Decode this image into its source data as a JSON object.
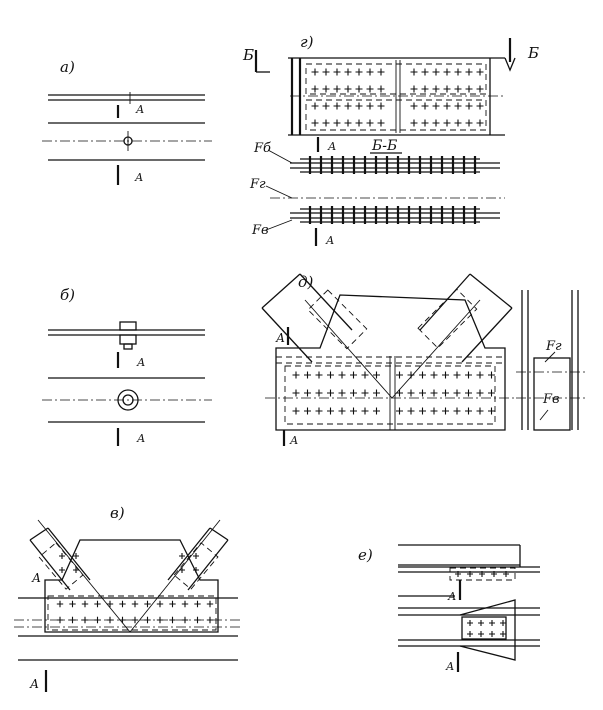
{
  "labels": {
    "a": "а)",
    "b": "б)",
    "v": "в)",
    "g": "г)",
    "d": "д)",
    "e": "е)",
    "section_b_left": "Б",
    "section_b_right": "Б",
    "section_bb": "Б-Б",
    "force_fb_top": "Fб",
    "force_fg_mid": "Fг",
    "force_fv_bot": "Fв",
    "force_fg_side": "Fг",
    "force_fv_side": "Fв",
    "section_mark": "А"
  },
  "colors": {
    "ink": "#111111",
    "paper": "#ffffff"
  }
}
